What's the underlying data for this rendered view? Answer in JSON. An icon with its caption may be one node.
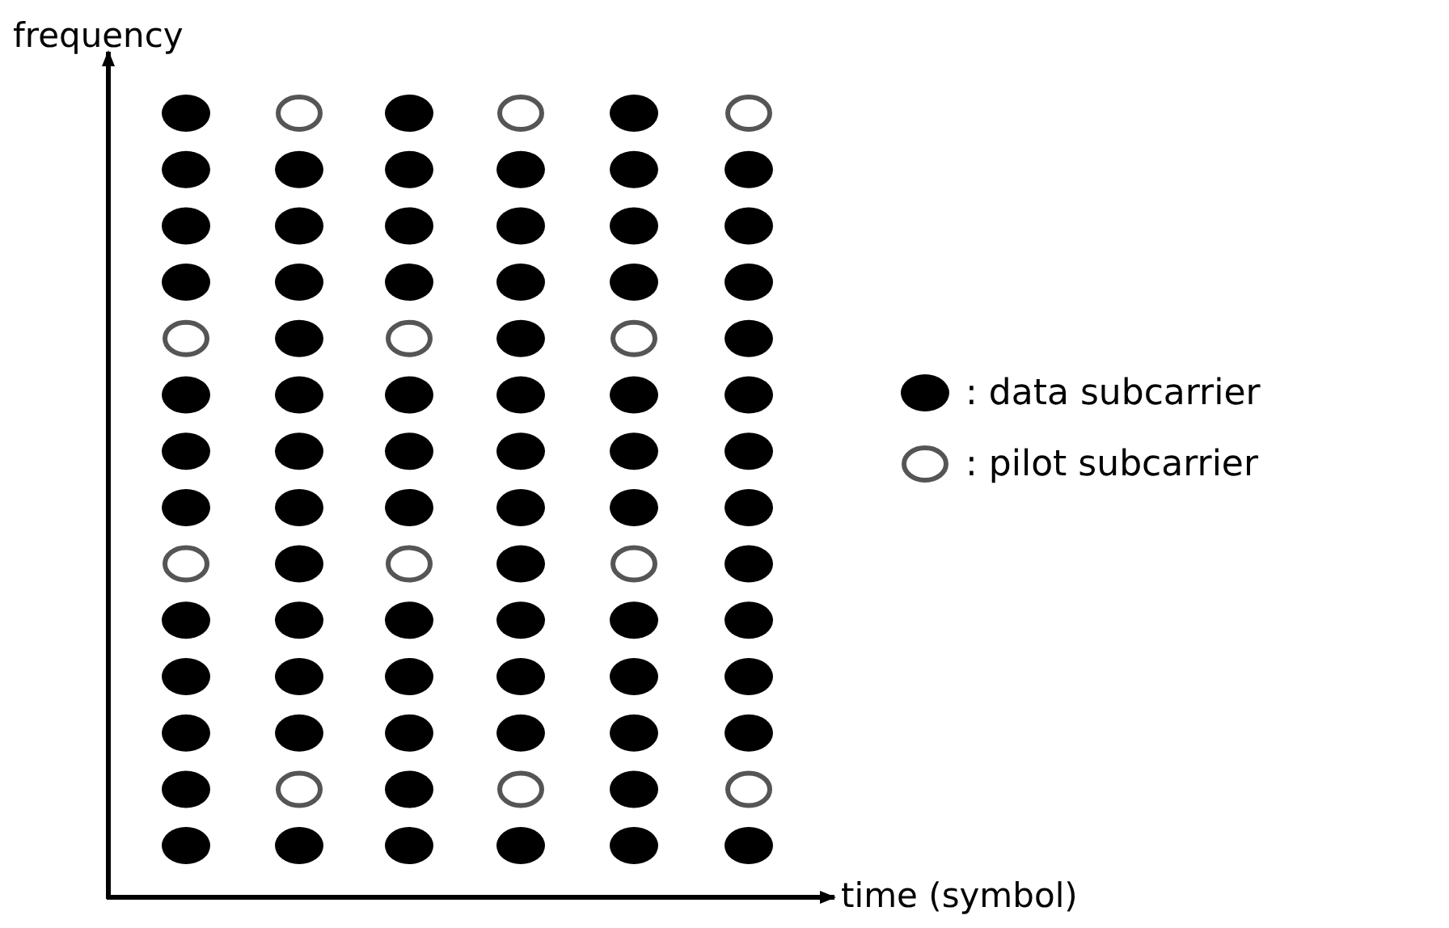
{
  "diagram": {
    "labels": [
      "frequency",
      "time (symbol)"
    ],
    "legend": [
      {
        "text": ": data subcarrier"
      },
      {
        "text": ": pilot subcarrier"
      }
    ]
  }
}
